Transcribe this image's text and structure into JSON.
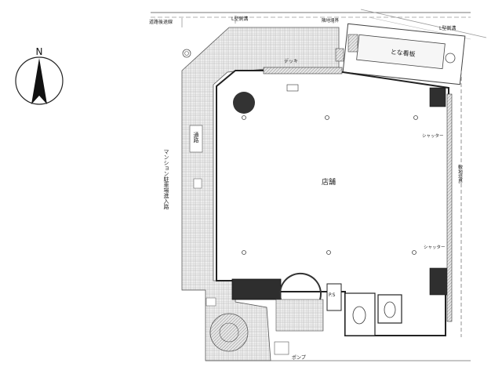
{
  "compass": {
    "label": "N"
  },
  "labels": {
    "road_top_left": "道路後退線",
    "road_top_mid": "L型側溝",
    "road_top_mid2": "隣地境界",
    "road_top_right": "L型側溝",
    "sign": "とな看板",
    "deck_top": "デッキ",
    "walkway": "通路",
    "mansion_entrance": "マンション駐車場進入路",
    "store": "店舗",
    "shutter1": "シャッター",
    "boundary_right": "敷地境界",
    "shutter2": "シャッター",
    "ps": "P.S",
    "pump": "ポンプ"
  }
}
